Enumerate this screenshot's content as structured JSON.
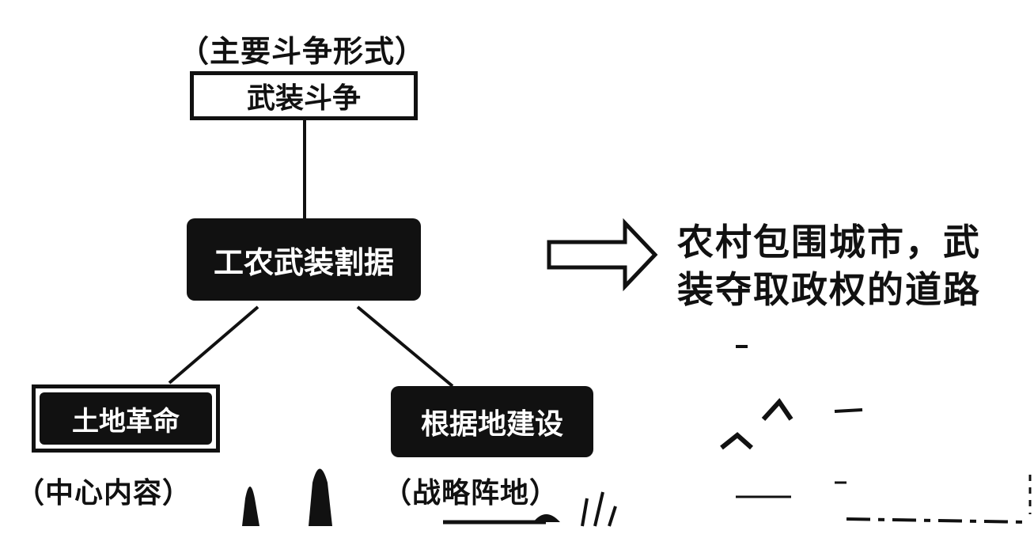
{
  "diagram": {
    "top": {
      "caption": "（主要斗争形式）",
      "box_label": "武装斗争"
    },
    "center": {
      "box_label": "工农武装割据"
    },
    "left": {
      "box_label": "土地革命",
      "caption": "（中心内容）"
    },
    "right": {
      "box_label": "根据地建设",
      "caption": "（战略阵地）"
    },
    "result": {
      "line1": "农村包围城市，武",
      "line2": "装夺取政权的道路"
    }
  },
  "colors": {
    "ink": "#111111",
    "paper": "#ffffff"
  }
}
